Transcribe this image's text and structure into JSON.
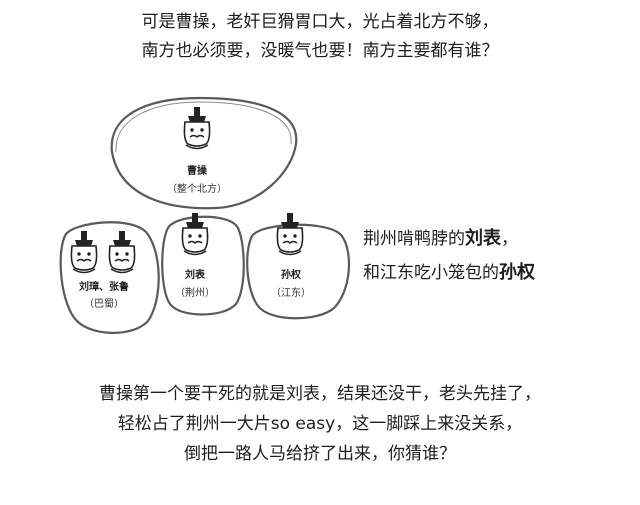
{
  "top_caption": {
    "line1": "可是曹操，老奸巨猾胃口大，光占着北方不够，",
    "line2": "南方也必须要，没暖气也要！南方主要都有谁？"
  },
  "figures": {
    "cao_cao": {
      "name": "曹操",
      "region": "（整个北方）"
    },
    "liu_zhang_zhang_lu": {
      "name": "刘璋、张鲁",
      "region": "（巴蜀）"
    },
    "liu_biao": {
      "name": "刘表",
      "region": "（荆州）"
    },
    "sun_quan": {
      "name": "孙权",
      "region": "（江东）"
    }
  },
  "side_note": {
    "line1_prefix": "荆州啃鸭脖的",
    "line1_name": "刘表",
    "line1_suffix": "，",
    "line2_prefix": "和江东吃小笼包的",
    "line2_name": "孙权"
  },
  "bottom_caption": {
    "line1": "曹操第一个要干死的就是刘表，结果还没干，老头先挂了，",
    "line2": "轻松占了荆州一大片so easy，这一脚踩上来没关系，",
    "line3": "倒把一路人马给挤了出来，你猜谁？"
  }
}
